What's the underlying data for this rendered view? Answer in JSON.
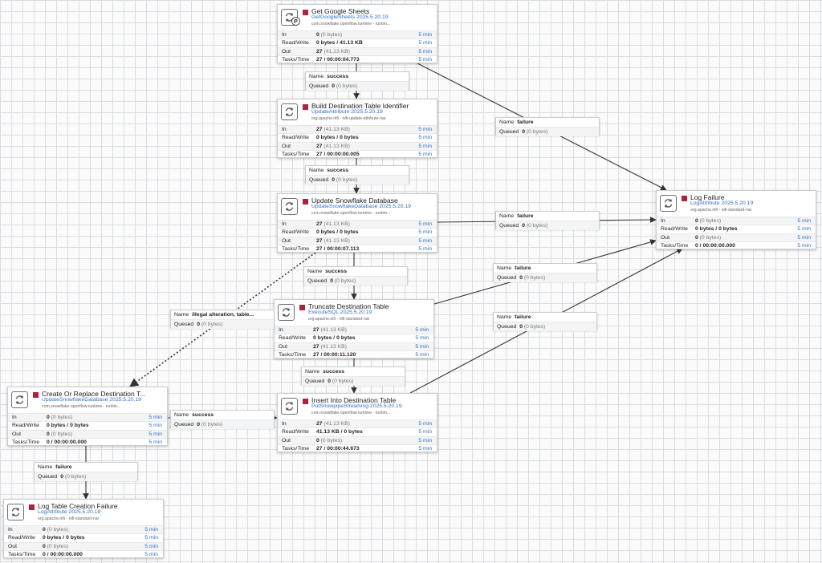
{
  "units": {
    "five_min": "5 min"
  },
  "labels": {
    "in": "In",
    "read_write": "Read/Write",
    "out": "Out",
    "tasks_time": "Tasks/Time",
    "name": "Name",
    "queued": "Queued"
  },
  "icons": {
    "processor": "processor-icon",
    "stopped": "stopped-square-icon",
    "primary_node": "primary-node-badge-icon"
  },
  "colors": {
    "stopped": "#b0223b",
    "link": "#2f6fc4",
    "edge": "#333333"
  },
  "processors": [
    {
      "id": "p1",
      "name": "Get Google Sheets",
      "type": "GetGoogleSheets 2025.5.20.19",
      "bundle": "com.snowflake.openflow.runtime - runtim...",
      "badge": "P",
      "in_val": "0",
      "in_size": "(0 bytes)",
      "rw": "0 bytes / 41.13 KB",
      "out_val": "27",
      "out_size": "(41.13 KB)",
      "tasks": "27 / 00:00:04.773"
    },
    {
      "id": "p2",
      "name": "Build Destination Table Identifier",
      "type": "UpdateAttribute 2025.5.20.19",
      "bundle": "org.apache.nifi - nifi-update-attribute-nar",
      "in_val": "27",
      "in_size": "(41.13 KB)",
      "rw": "0 bytes / 0 bytes",
      "out_val": "27",
      "out_size": "(41.13 KB)",
      "tasks": "27 / 00:00:00.005"
    },
    {
      "id": "p3",
      "name": "Update Snowflake Database",
      "type": "UpdateSnowflakeDatabase 2025.5.20.19",
      "bundle": "com.snowflake.openflow.runtime - runtim...",
      "in_val": "27",
      "in_size": "(41.13 KB)",
      "rw": "0 bytes / 0 bytes",
      "out_val": "27",
      "out_size": "(41.13 KB)",
      "tasks": "27 / 00:00:07.113"
    },
    {
      "id": "p4",
      "name": "Truncate Destination Table",
      "type": "ExecuteSQL 2025.5.20.19",
      "bundle": "org.apache.nifi - nifi-standard-nar",
      "in_val": "27",
      "in_size": "(41.13 KB)",
      "rw": "0 bytes / 0 bytes",
      "out_val": "27",
      "out_size": "(41.13 KB)",
      "tasks": "27 / 00:00:11.120"
    },
    {
      "id": "p5",
      "name": "Insert Into Destination Table",
      "type": "PutSnowpipeStreaming 2025.5.20.19",
      "bundle": "com.snowflake.openflow.runtime - runtim...",
      "in_val": "27",
      "in_size": "(41.13 KB)",
      "rw": "41.13 KB / 0 bytes",
      "out_val": "0",
      "out_size": "(0 bytes)",
      "tasks": "27 / 00:00:44.673"
    },
    {
      "id": "p6",
      "name": "Log Failure",
      "type": "LogAttribute 2025.5.20.19",
      "bundle": "org.apache.nifi - nifi-standard-nar",
      "in_val": "0",
      "in_size": "(0 bytes)",
      "rw": "0 bytes / 0 bytes",
      "out_val": "0",
      "out_size": "(0 bytes)",
      "tasks": "0 / 00:00:00.000"
    },
    {
      "id": "p7",
      "name": "Create Or Replace Destination T...",
      "type": "UpdateSnowflakeDatabase 2025.5.20.19",
      "bundle": "com.snowflake.openflow.runtime - runtim...",
      "in_val": "0",
      "in_size": "(0 bytes)",
      "rw": "0 bytes / 0 bytes",
      "out_val": "0",
      "out_size": "(0 bytes)",
      "tasks": "0 / 00:00:00.000"
    },
    {
      "id": "p8",
      "name": "Log Table Creation Failure",
      "type": "LogAttribute 2025.5.20.19",
      "bundle": "org.apache.nifi - nifi-standard-nar",
      "in_val": "0",
      "in_size": "(0 bytes)",
      "rw": "0 bytes / 0 bytes",
      "out_val": "0",
      "out_size": "(0 bytes)",
      "tasks": "0 / 00:00:00.000"
    }
  ],
  "connections": [
    {
      "id": "c1",
      "from": "p1",
      "to": "p2",
      "name": "success",
      "queued": "0",
      "queued_size": "(0 bytes)"
    },
    {
      "id": "c2",
      "from": "p1",
      "to": "p6",
      "name": "failure",
      "queued": "0",
      "queued_size": "(0 bytes)"
    },
    {
      "id": "c3",
      "from": "p2",
      "to": "p3",
      "name": "success",
      "queued": "0",
      "queued_size": "(0 bytes)"
    },
    {
      "id": "c4",
      "from": "p3",
      "to": "p6",
      "name": "failure",
      "queued": "0",
      "queued_size": "(0 bytes)"
    },
    {
      "id": "c5",
      "from": "p3",
      "to": "p4",
      "name": "success",
      "queued": "0",
      "queued_size": "(0 bytes)"
    },
    {
      "id": "c6",
      "from": "p4",
      "to": "p6",
      "name": "failure",
      "queued": "0",
      "queued_size": "(0 bytes)"
    },
    {
      "id": "c7",
      "from": "p3",
      "to": "p7",
      "name": "illegal alteration, table...",
      "queued": "0",
      "queued_size": "(0 bytes)",
      "dashed": true
    },
    {
      "id": "c8",
      "from": "p5",
      "to": "p6",
      "name": "failure",
      "queued": "0",
      "queued_size": "(0 bytes)"
    },
    {
      "id": "c9",
      "from": "p4",
      "to": "p5",
      "name": "success",
      "queued": "0",
      "queued_size": "(0 bytes)"
    },
    {
      "id": "c10",
      "from": "p7",
      "to": "p5",
      "name": "success",
      "queued": "0",
      "queued_size": "(0 bytes)"
    },
    {
      "id": "c11",
      "from": "p7",
      "to": "p8",
      "name": "failure",
      "queued": "0",
      "queued_size": "(0 bytes)"
    }
  ]
}
